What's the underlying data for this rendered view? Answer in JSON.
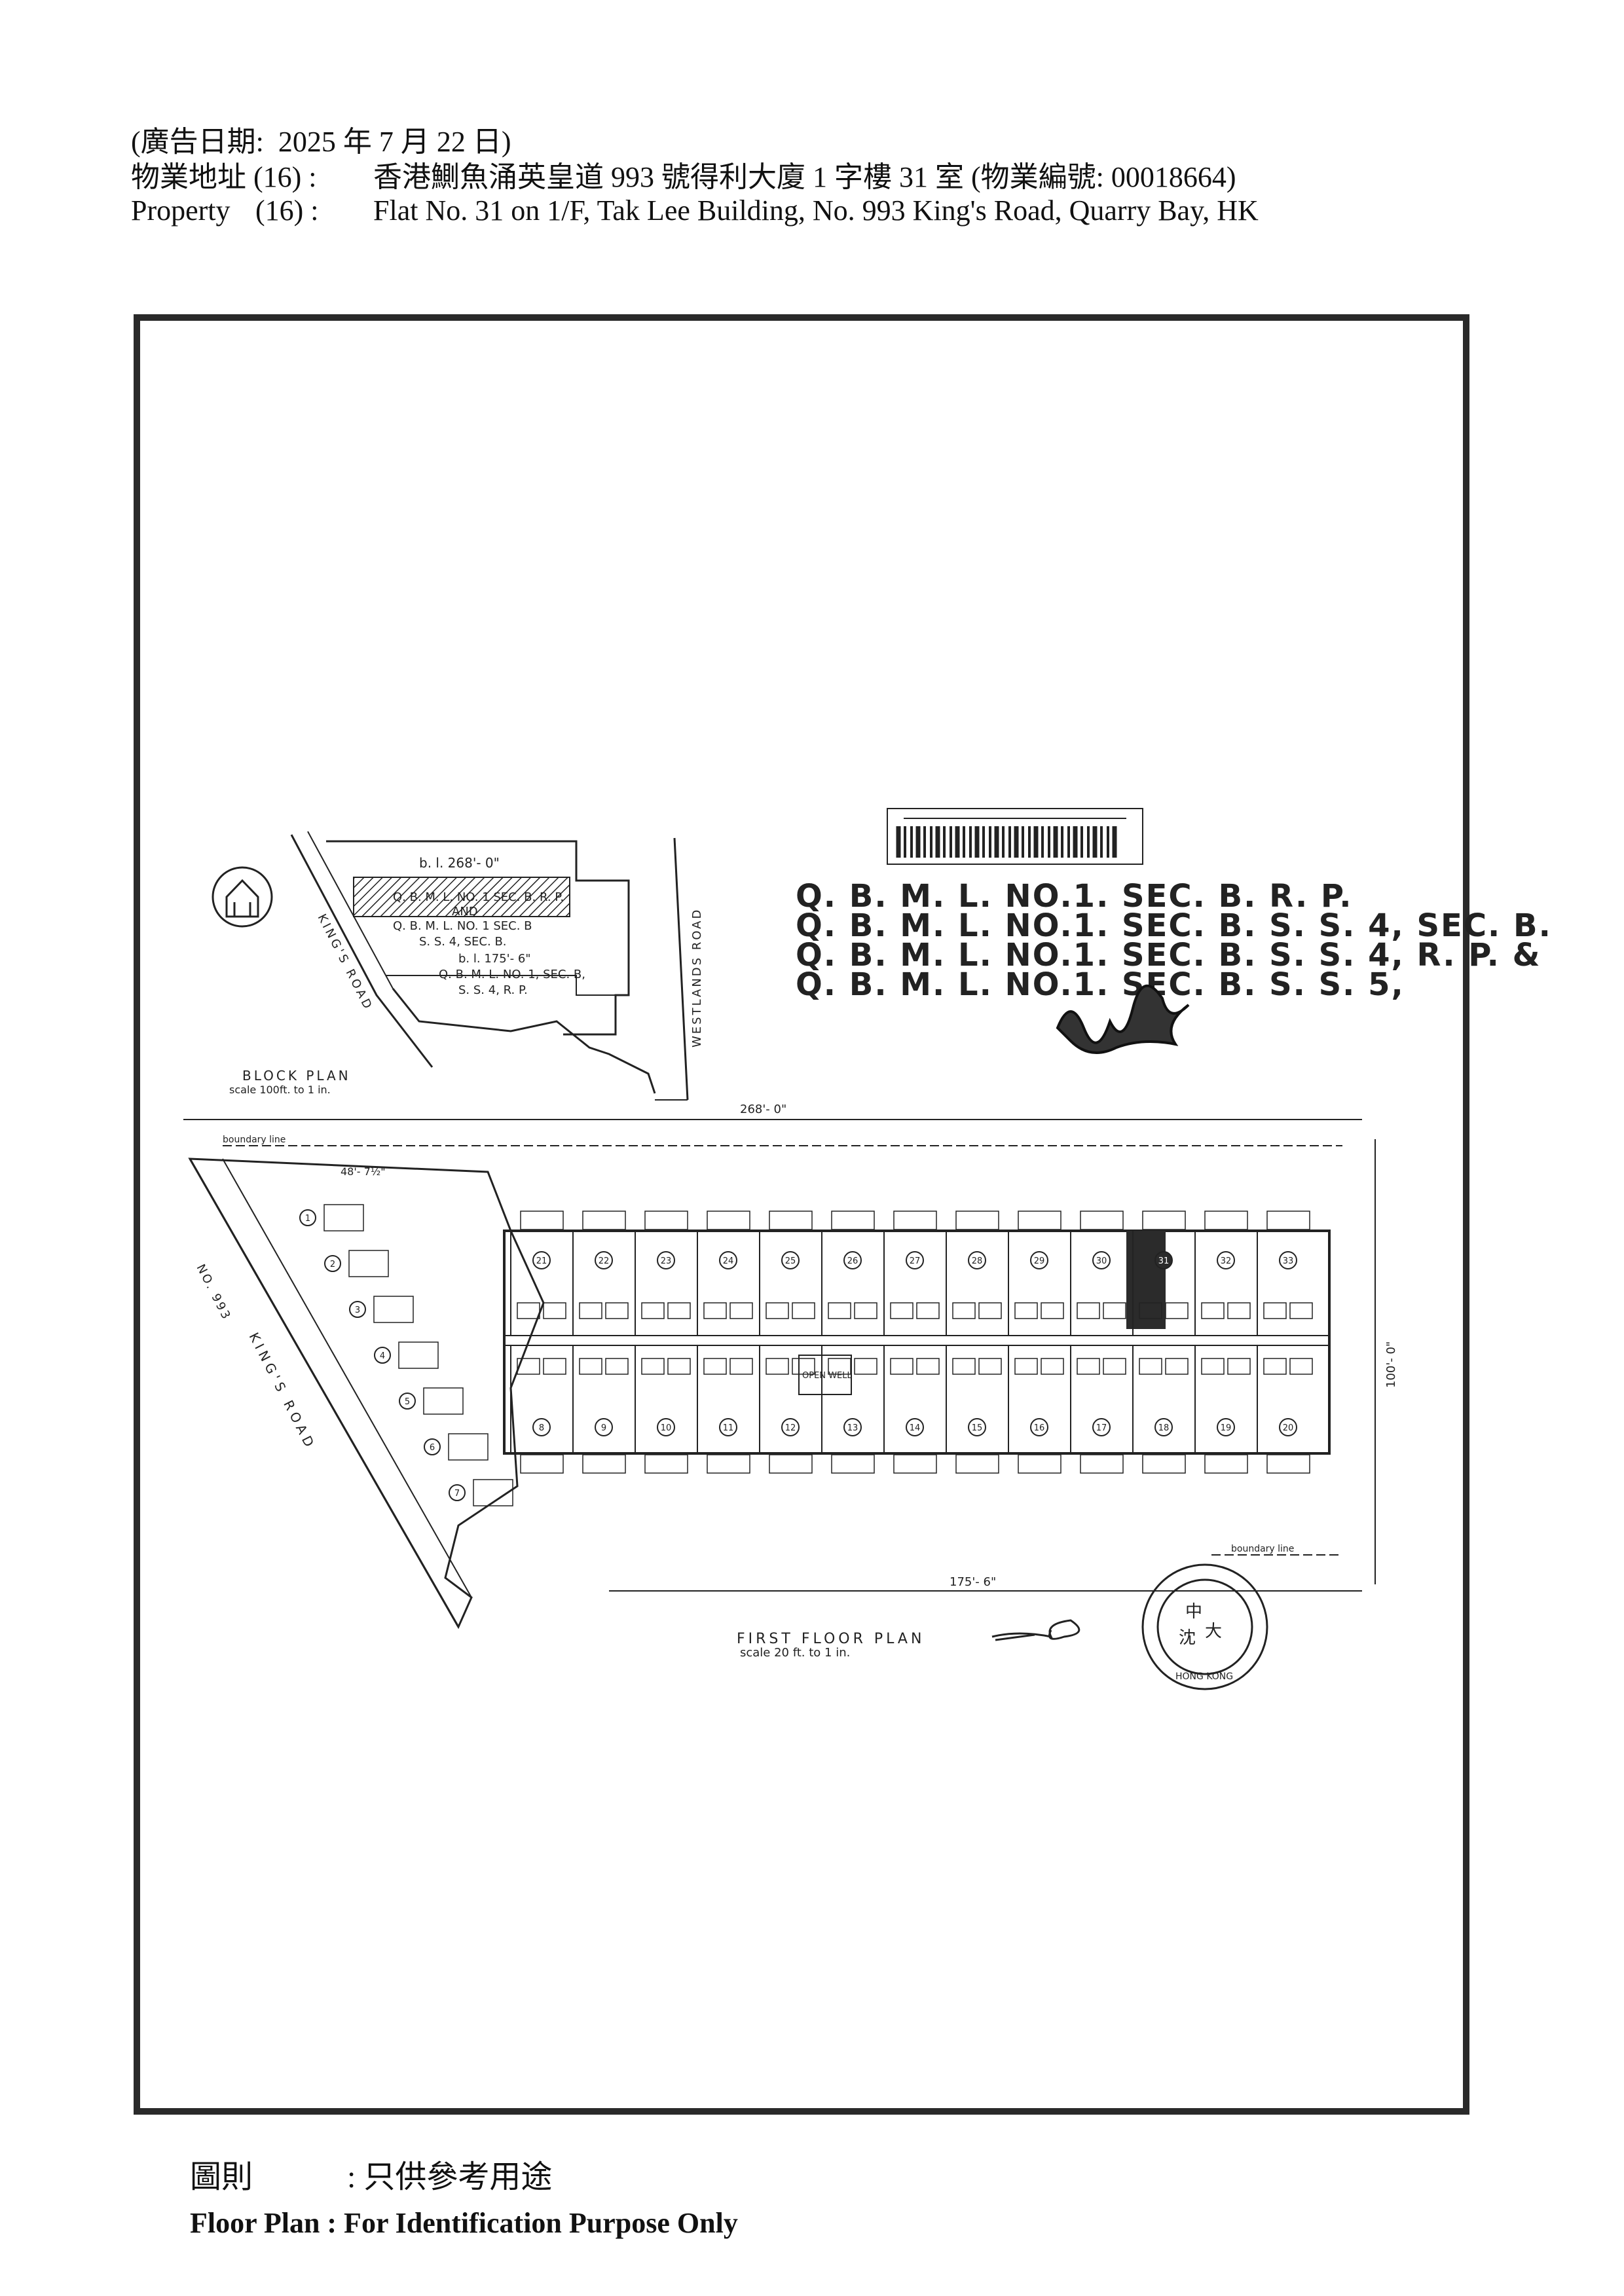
{
  "header": {
    "ad_date_label": "(廣告日期:",
    "ad_date_value": "2025 年 7 月 22 日)",
    "address_label": "物業地址",
    "address_num": "(16) :",
    "address_value": "香港鰂魚涌英皇道 993 號得利大廈 1 字樓 31 室 (物業編號: 00018664)",
    "property_label": "Property",
    "property_num": "(16) :",
    "property_value": "Flat No. 31 on 1/F, Tak Lee Building, No. 993 King's Road, Quarry Bay, HK"
  },
  "plan": {
    "lot_lines": [
      "Q. B. M. L. NO.1. SEC. B. R. P.",
      "Q. B. M. L. NO.1. SEC. B. S. S. 4, SEC. B.",
      "Q. B. M. L. NO.1. SEC. B. S. S. 4, R. P. &",
      "Q. B. M. L. NO.1. SEC. B. S. S. 5,"
    ],
    "block_plan_title": "BLOCK PLAN",
    "block_plan_scale": "scale 100ft. to 1 in.",
    "first_floor_title": "FIRST FLOOR PLAN",
    "first_floor_scale": "scale 20 ft. to 1 in.",
    "kings_road": "KING'S ROAD",
    "westlands_road": "WESTLANDS ROAD",
    "no_993": "NO. 993",
    "boundary_line": "boundary line",
    "dim_top": "268'- 0\"",
    "dim_bottom": "175'- 6\"",
    "dim_right": "100'- 0\"",
    "dim_left_block": "48'- 7½\"",
    "block_dim_top": "b. l. 268'- 0\"",
    "block_dim_mid": "b. l. 175'- 6\"",
    "block_lot_1": "Q. B. M. L. NO. 1 SEC. B. R. P.",
    "block_lot_and": "AND",
    "block_lot_2": "Q. B. M. L. NO. 1 SEC. B",
    "block_lot_3": "S. S. 4, SEC. B.",
    "block_lot_4": "Q. B. M. L. NO. 1, SEC. B,",
    "block_lot_5": "S. S. 4, R. P.",
    "open_well": "OPEN WELL",
    "flats_top_row": [
      "21",
      "22",
      "23",
      "24",
      "25",
      "26",
      "27",
      "28",
      "29",
      "30",
      "31",
      "32",
      "33"
    ],
    "flats_bottom_row": [
      "8",
      "9",
      "10",
      "11",
      "12",
      "13",
      "14",
      "15",
      "16",
      "17",
      "18",
      "19",
      "20"
    ],
    "flats_left": [
      "1",
      "2",
      "3",
      "4",
      "5",
      "6",
      "7"
    ],
    "highlighted_flat": "31",
    "stamp_text": "HONG KONG"
  },
  "footer": {
    "plan_label_zh": "圖則",
    "plan_note_zh": ": 只供參考用途",
    "plan_note_en": "Floor Plan : For Identification Purpose Only"
  }
}
